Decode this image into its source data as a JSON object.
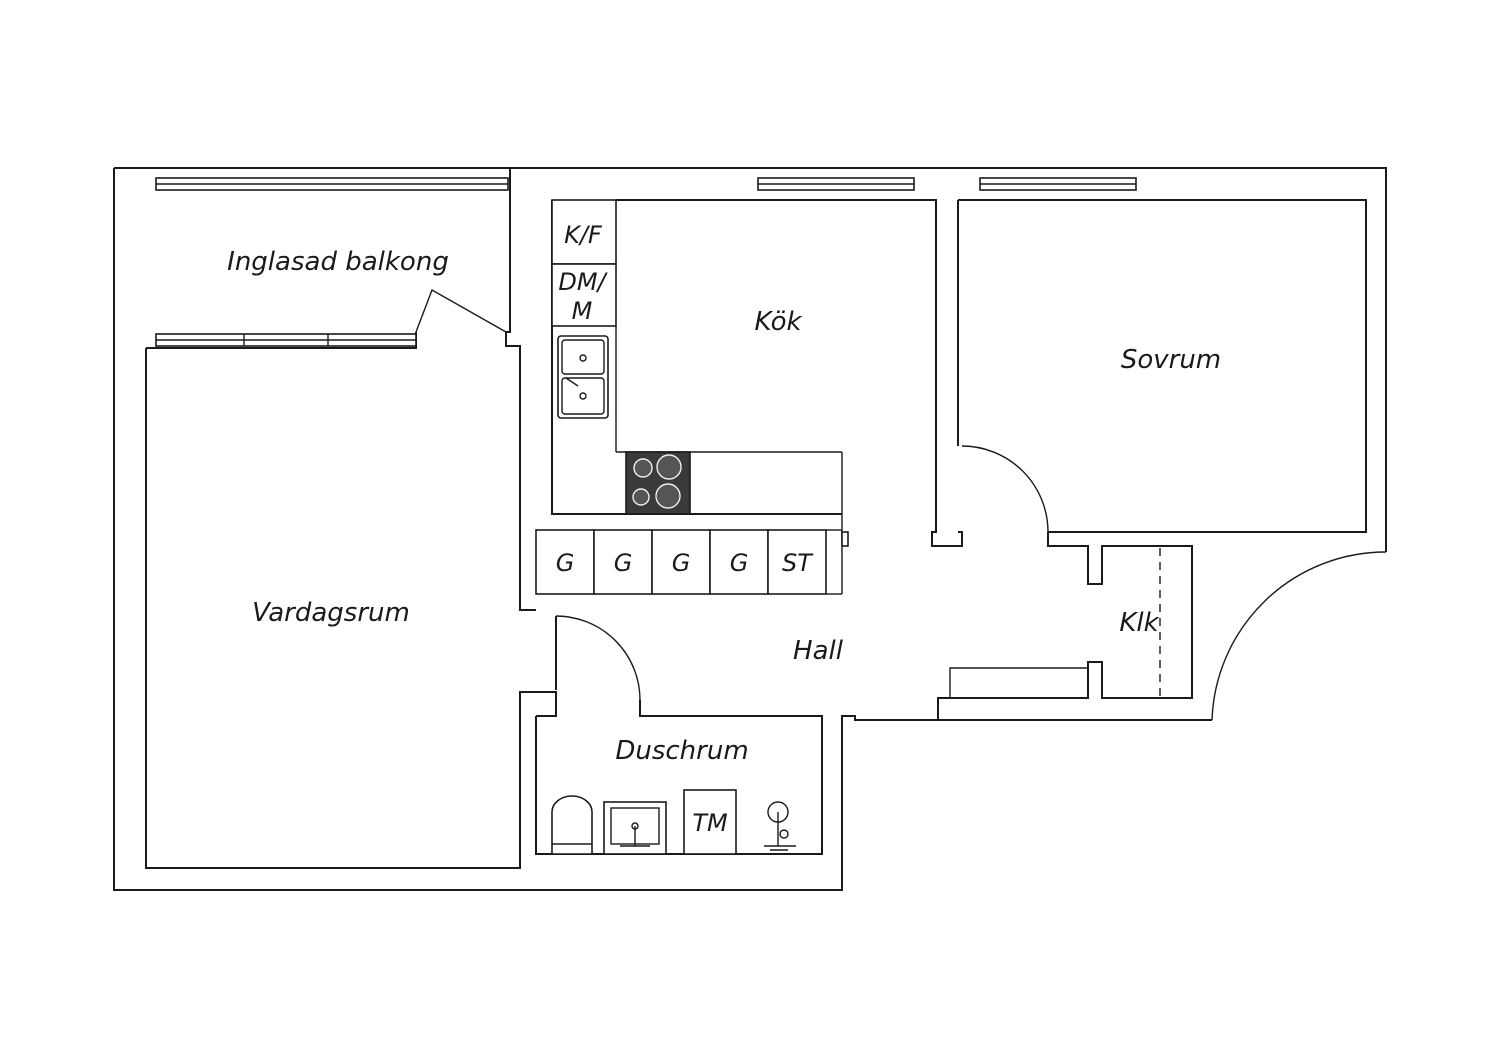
{
  "rooms": {
    "balcony": "Inglasad balkong",
    "kitchen": "Kök",
    "bedroom": "Sovrum",
    "living": "Vardagsrum",
    "hall": "Hall",
    "closet": "Klk",
    "shower": "Duschrum"
  },
  "fixtures": {
    "fridge_freezer": "K/F",
    "dishwasher_line1": "DM/",
    "dishwasher_line2": "M",
    "cabinet_1": "G",
    "cabinet_2": "G",
    "cabinet_3": "G",
    "cabinet_4": "G",
    "cabinet_5": "ST",
    "washer": "TM"
  }
}
